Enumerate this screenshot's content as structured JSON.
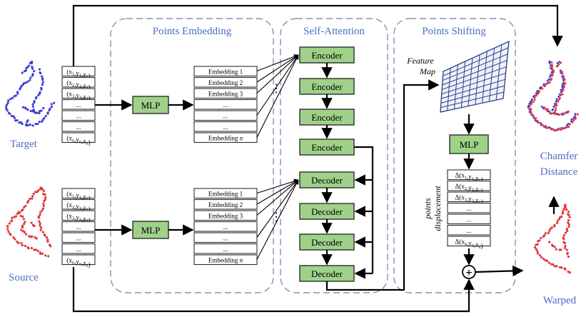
{
  "panels": {
    "embedding_title": "Points Embedding",
    "attention_title": "Self-Attention",
    "shifting_title": "Points Shifting"
  },
  "inputs": {
    "target_label": "Target",
    "source_label": "Source",
    "coord_rows": [
      "(x1,y1,z1)",
      "(x2,y2,z2)",
      "(x3,y3,z3)",
      "...",
      "...",
      "...",
      "(xn,yn,zn)"
    ]
  },
  "mlp_label": "MLP",
  "embeddings": [
    "Embedding 1",
    "Embedding 2",
    "Embedding 3",
    "...",
    "...",
    "...",
    "Embedding n"
  ],
  "encoders": [
    "Encoder",
    "Encoder",
    "Encoder",
    "Encoder"
  ],
  "decoders": [
    "Decoder",
    "Decoder",
    "Decoder",
    "Decoder"
  ],
  "feature_map_label": [
    "Feature",
    "Map"
  ],
  "displacement": {
    "label_line1": "points",
    "label_line2": "displacement",
    "rows": [
      "Δ(x1,y1,z1)",
      "Δ(x2,y2,z2)",
      "Δ(x3,y3,z3)",
      "...",
      "...",
      "...",
      "Δ(xn,yn,zn)"
    ]
  },
  "outputs": {
    "chamfer_line1": "Chamfer",
    "chamfer_line2": "Distance",
    "warped_label": "Warped"
  },
  "plus_symbol": "+",
  "ellipsis_symbol": "⋮",
  "colors": {
    "target_points": "#3b3fd6",
    "source_points": "#e0353a",
    "block_fill": "#9fd189",
    "label_blue": "#4a6cc4"
  }
}
